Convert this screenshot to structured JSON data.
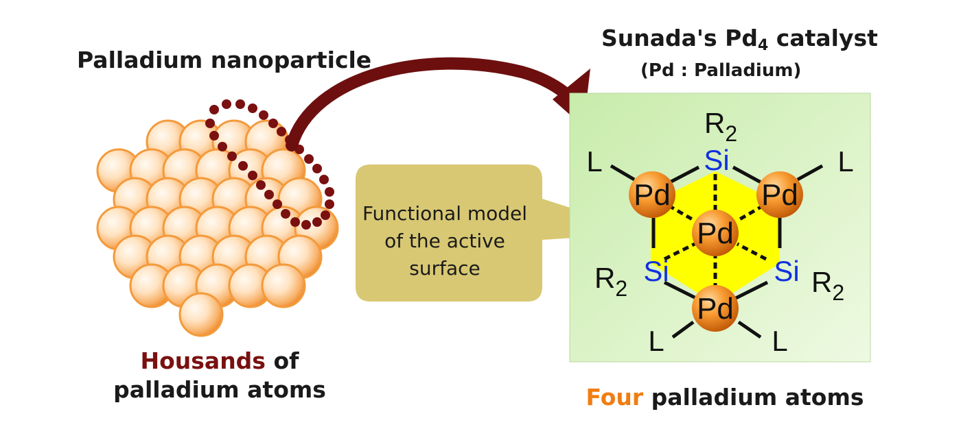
{
  "nanoparticle": {
    "title": "Palladium nanoparticle",
    "caption_highlight": "Housands",
    "caption_rest_1": "of",
    "caption_rest_2": "palladium atoms"
  },
  "catalyst": {
    "title_main": "Sunada's Pd",
    "title_sub": "4",
    "title_end": " catalyst",
    "subtitle": "(Pd : Palladium)",
    "caption_highlight": "Four",
    "caption_rest": "palladium atoms",
    "atoms": {
      "pd": "Pd",
      "si": "Si",
      "r": "R",
      "r_sub": "2",
      "ligand": "L"
    }
  },
  "callout": {
    "line1": "Functional model",
    "line2": "of the active",
    "line3": "surface"
  },
  "colors": {
    "sphere": "#f7a040",
    "dots": "#7a1010",
    "arrow": "#6d0f0f",
    "callout_bg": "#d8c873",
    "panel_bg": "#d4f0b4",
    "hexagon": "#ffff00",
    "si_text": "#1030e0",
    "highlight_orange": "#f07d12"
  }
}
